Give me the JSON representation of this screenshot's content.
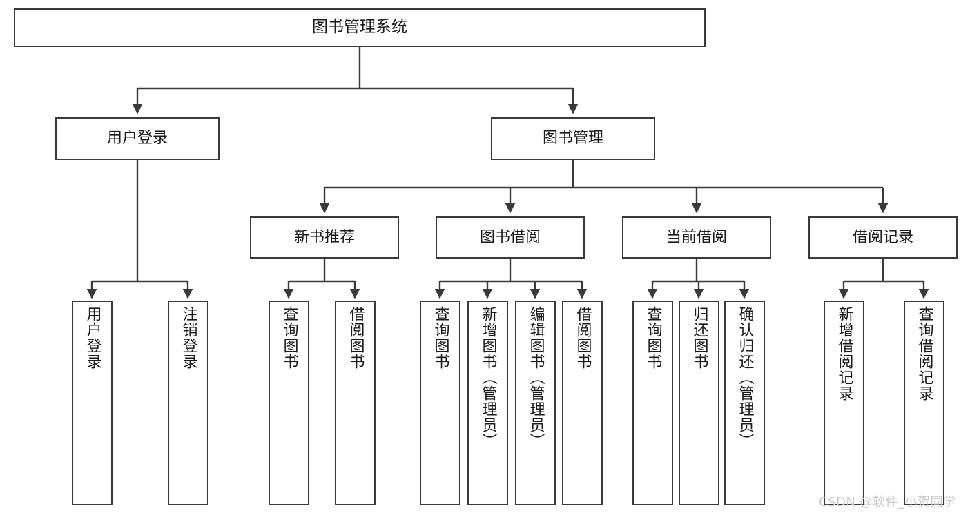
{
  "diagram": {
    "title": "图书管理系统",
    "type": "functional-decomposition-tree",
    "watermark": "CSDN @软件_小贺同学",
    "colors": {
      "stroke": "#3a3a3a",
      "fill": "#ffffff",
      "text": "#1a1a1a",
      "watermark": "#c9c9c9"
    },
    "nodes": {
      "root": {
        "label": "图书管理系统"
      },
      "level2": [
        {
          "id": "user-login",
          "label": "用户登录"
        },
        {
          "id": "book-management",
          "label": "图书管理"
        }
      ],
      "level3": [
        {
          "id": "new-book-recommend",
          "label": "新书推荐"
        },
        {
          "id": "book-borrow",
          "label": "图书借阅"
        },
        {
          "id": "current-borrow",
          "label": "当前借阅"
        },
        {
          "id": "borrow-record",
          "label": "借阅记录"
        }
      ],
      "leaves": {
        "user_login": [
          {
            "id": "leaf-user-login",
            "label": "用户登录"
          },
          {
            "id": "leaf-logout",
            "label": "注销登录"
          }
        ],
        "new_book_recommend": [
          {
            "id": "leaf-query-book-1",
            "label": "查询图书"
          },
          {
            "id": "leaf-borrow-book-1",
            "label": "借阅图书"
          }
        ],
        "book_borrow": [
          {
            "id": "leaf-query-book-2",
            "label": "查询图书"
          },
          {
            "id": "leaf-add-book",
            "label": "新增图书（管理员）"
          },
          {
            "id": "leaf-edit-book",
            "label": "编辑图书（管理员）"
          },
          {
            "id": "leaf-borrow-book-2",
            "label": "借阅图书"
          }
        ],
        "current_borrow": [
          {
            "id": "leaf-query-book-3",
            "label": "查询图书"
          },
          {
            "id": "leaf-return-book",
            "label": "归还图书"
          },
          {
            "id": "leaf-confirm-return",
            "label": "确认归还（管理员）"
          }
        ],
        "borrow_record": [
          {
            "id": "leaf-add-record",
            "label": "新增借阅记录"
          },
          {
            "id": "leaf-query-record",
            "label": "查询借阅记录"
          }
        ]
      }
    }
  }
}
